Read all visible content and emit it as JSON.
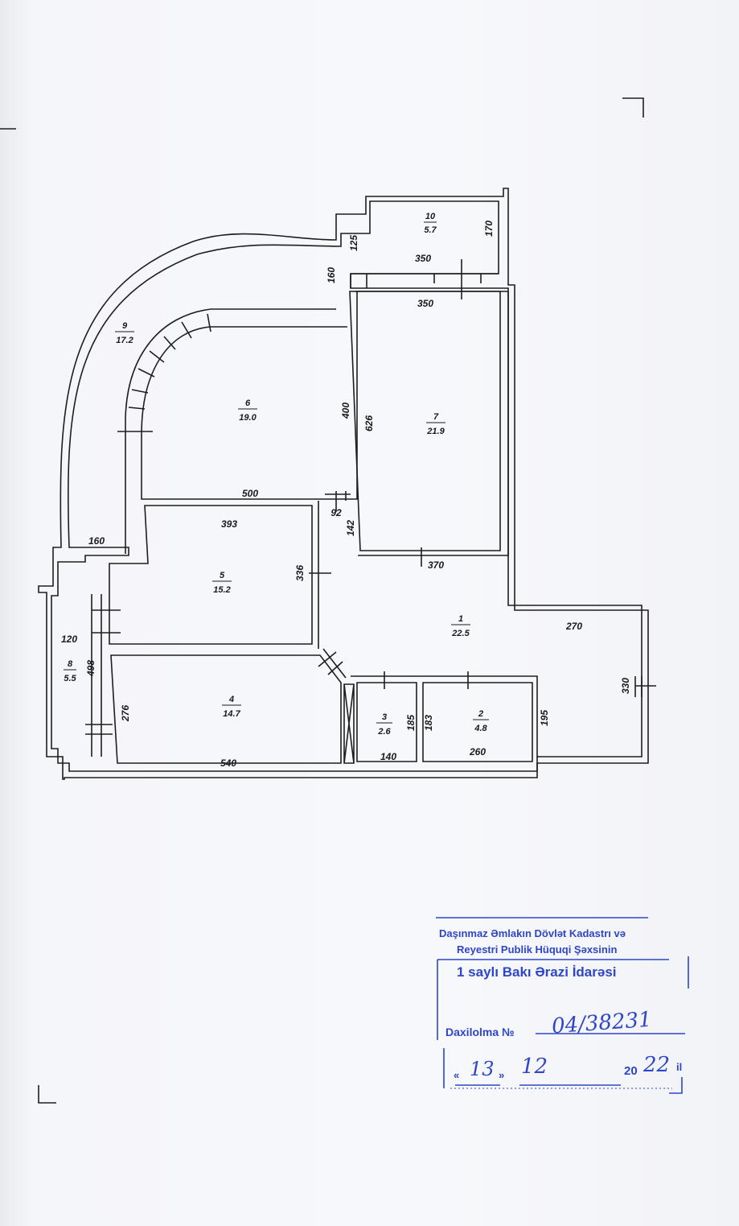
{
  "rooms": [
    {
      "number": "1",
      "area": "22.5"
    },
    {
      "number": "2",
      "area": "4.8"
    },
    {
      "number": "3",
      "area": "2.6"
    },
    {
      "number": "4",
      "area": "14.7"
    },
    {
      "number": "5",
      "area": "15.2"
    },
    {
      "number": "6",
      "area": "19.0"
    },
    {
      "number": "7",
      "area": "21.9"
    },
    {
      "number": "8",
      "area": "5.5"
    },
    {
      "number": "9",
      "area": "17.2"
    },
    {
      "number": "10",
      "area": "5.7"
    }
  ],
  "dimensions": [
    "170",
    "125",
    "350",
    "350",
    "160",
    "400",
    "626",
    "500",
    "393",
    "92",
    "142",
    "336",
    "370",
    "160",
    "120",
    "498",
    "270",
    "276",
    "540",
    "185",
    "183",
    "140",
    "260",
    "195",
    "330"
  ],
  "stamp": {
    "line1": "Daşınmaz Əmlakın Dövlət Kadastrı və",
    "line2": "Reyestri Publik Hüquqi Şəxsinin",
    "line3": "1 saylı Bakı Ərazi İdarəsi",
    "reg_label": "Daxilolma №",
    "reg_number": "04/38231",
    "date_open": "«",
    "date_day": "13",
    "date_close": "»",
    "date_month": "12",
    "date_century": "20",
    "date_year": "22",
    "date_suffix": "il",
    "color": "#2e46c7"
  }
}
